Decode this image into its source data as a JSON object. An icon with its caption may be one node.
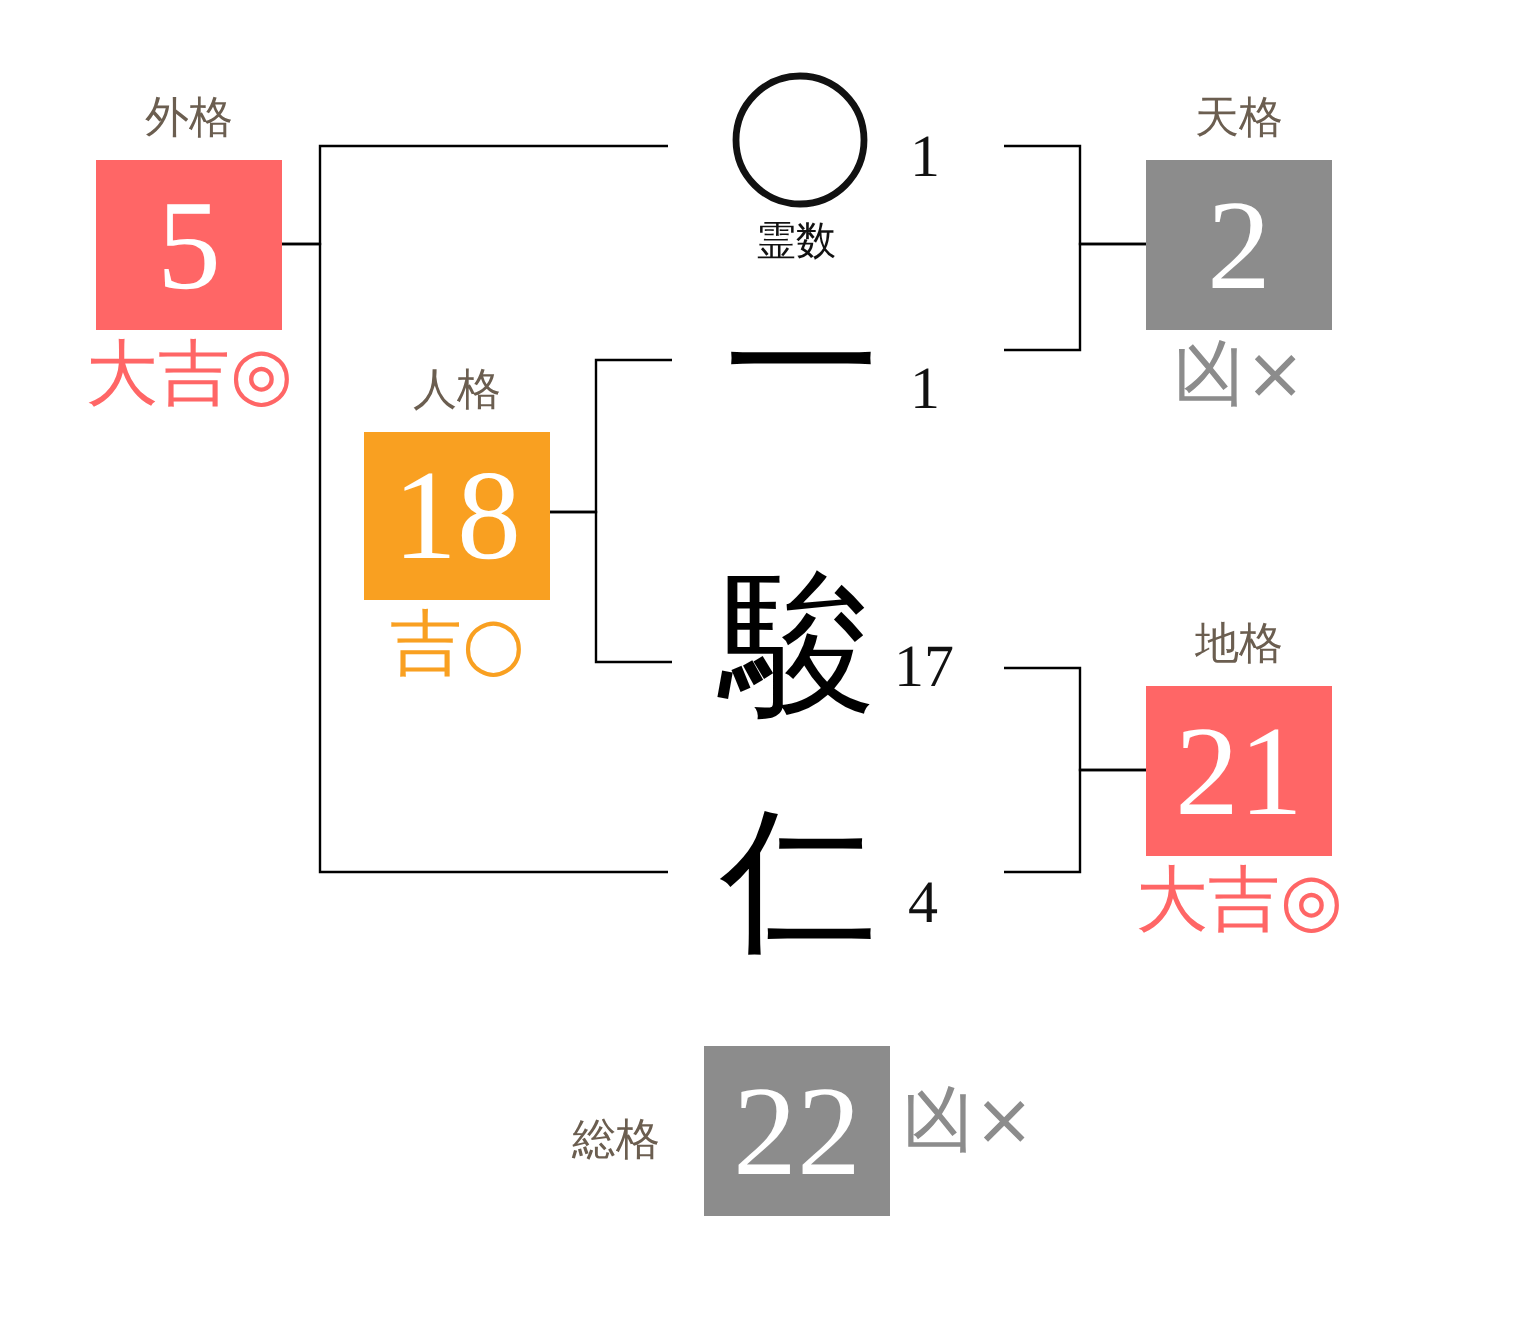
{
  "diagram": {
    "nodes": [
      {
        "text": [
          "外格",
          "5"
        ],
        "beside": [
          "大吉◎"
        ]
      },
      {
        "text": [],
        "shape": "circle",
        "beside": [
          "1",
          "霊数"
        ]
      },
      {
        "text": [
          "天格",
          "2"
        ],
        "beside": [
          "凶×"
        ]
      },
      {
        "text": [
          "一"
        ],
        "beside": [
          "1"
        ]
      },
      {
        "text": [
          "人格",
          "18"
        ],
        "beside": [
          "吉○"
        ]
      },
      {
        "text": [
          "駿"
        ],
        "beside": [
          "17"
        ]
      },
      {
        "text": [
          "地格",
          "21"
        ],
        "beside": [
          "大吉◎"
        ]
      },
      {
        "text": [
          "仁"
        ],
        "beside": [
          "4"
        ]
      },
      {
        "text": [
          "総格",
          "22"
        ],
        "beside": [
          "凶×"
        ]
      }
    ],
    "edges": [
      {
        "from": 1,
        "to": 0,
        "arrow": "none"
      },
      {
        "from": 7,
        "to": 0,
        "arrow": "none"
      },
      {
        "from": 1,
        "to": 2,
        "arrow": "none"
      },
      {
        "from": 3,
        "to": 2,
        "arrow": "none"
      },
      {
        "from": 3,
        "to": 4,
        "arrow": "none"
      },
      {
        "from": 5,
        "to": 4,
        "arrow": "none"
      },
      {
        "from": 5,
        "to": 6,
        "arrow": "none"
      },
      {
        "from": 7,
        "to": 6,
        "arrow": "none"
      }
    ]
  }
}
